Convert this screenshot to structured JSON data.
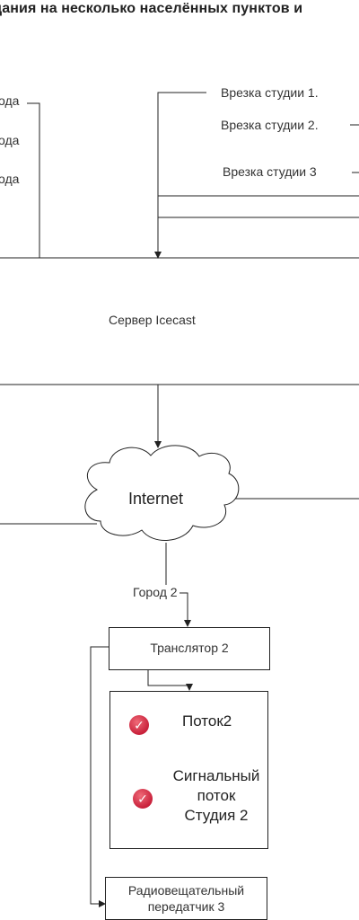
{
  "title": "дания на несколько населённых пунктов и",
  "left_labels": [
    "ода",
    "ода",
    "ода"
  ],
  "studio_inserts": [
    "Врезка студии 1.",
    "Врезка студии 2.",
    "Врезка студии 3"
  ],
  "server": "Сервер Icecast",
  "internet": "Internet",
  "city": "Город 2",
  "translator": "Транслятор 2",
  "streams": [
    {
      "label": "Поток2",
      "icon": "check-icon"
    },
    {
      "label_lines": [
        "Сигнальный",
        "поток",
        "Студия 2"
      ],
      "icon": "check-icon"
    }
  ],
  "transmitter_lines": [
    "Радиовещательный",
    "передатчик 3"
  ],
  "colors": {
    "check": "#d0283f",
    "line": "#222222"
  }
}
